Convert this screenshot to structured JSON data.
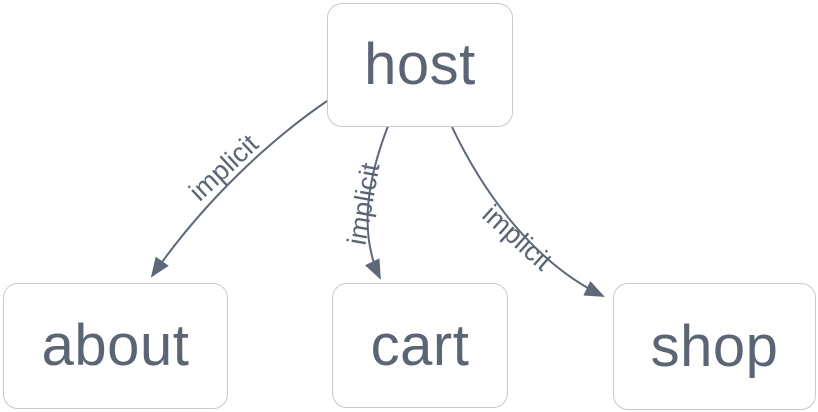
{
  "diagram": {
    "type": "flowchart",
    "direction": "top-down",
    "nodes": {
      "host": {
        "label": "host"
      },
      "about": {
        "label": "about"
      },
      "cart": {
        "label": "cart"
      },
      "shop": {
        "label": "shop"
      }
    },
    "edges": [
      {
        "from": "host",
        "to": "about",
        "label": "implicit"
      },
      {
        "from": "host",
        "to": "cart",
        "label": "implicit"
      },
      {
        "from": "host",
        "to": "shop",
        "label": "implicit"
      }
    ],
    "colors": {
      "node_fill": "#ffffff",
      "node_border": "#c8c9cb",
      "node_text": "#5b6574",
      "edge_stroke": "#5d6878",
      "edge_label_text": "#5b6574",
      "background": "#ffffff"
    }
  }
}
